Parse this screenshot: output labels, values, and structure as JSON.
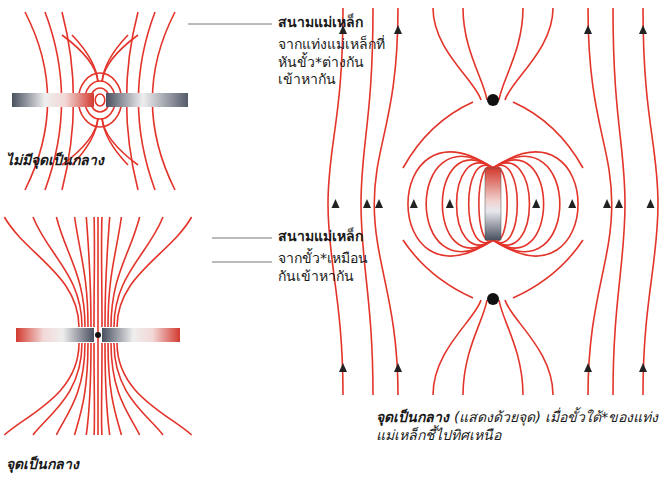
{
  "diagram": {
    "labels": [
      "สนามแม่เหล็ก",
      "จากแท่งแม่เหล็กที่หันขั้ว*ต่างกันเข้าหากัน",
      "ไม่มีจุดเป็นกลาง",
      "สนามแม่เหล็ก",
      "จากขั้ว*เหมือนกันเข้าหากัน",
      "จุดเป็นกลาง",
      "จุดเป็นกลาง",
      "(แสดงด้วยจุด) เมื่อขั้วใต้*ของแท่งแม่เหล็กชี้ไปทิศเหนือ"
    ]
  }
}
